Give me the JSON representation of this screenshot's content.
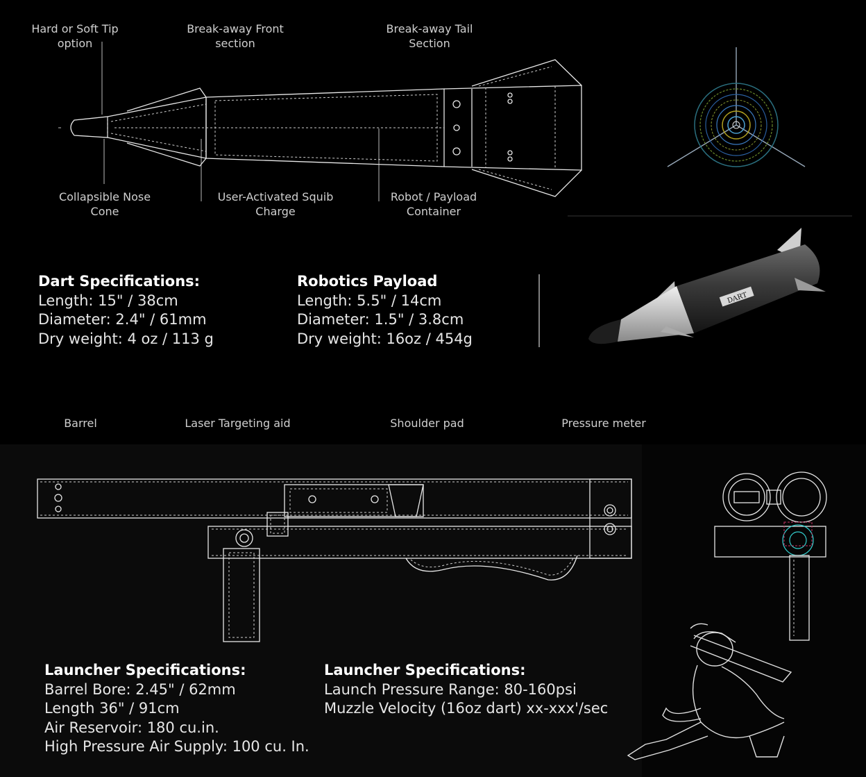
{
  "dart_labels": {
    "tip": [
      "Hard or Soft Tip",
      "option"
    ],
    "front": [
      "Break-away Front",
      "section"
    ],
    "tail": [
      "Break-away Tail",
      "Section"
    ],
    "nose": [
      "Collapsible Nose",
      "Cone"
    ],
    "squib": [
      "User-Activated Squib",
      "Charge"
    ],
    "payload": [
      "Robot / Payload",
      "Container"
    ]
  },
  "dart_specs": {
    "title": "Dart  Specifications:",
    "lines": [
      "Length: 15\" / 38cm",
      "Diameter: 2.4\" / 61mm",
      "Dry weight: 4 oz / 113 g"
    ]
  },
  "payload_specs": {
    "title": "Robotics Payload",
    "lines": [
      "Length: 5.5\" / 14cm",
      "Diameter: 1.5\" / 3.8cm",
      "Dry weight: 16oz / 454g"
    ]
  },
  "render_brand": "DART",
  "launcher_labels": {
    "barrel": "Barrel",
    "laser": "Laser Targeting aid",
    "shoulder": "Shoulder  pad",
    "pressure": "Pressure meter"
  },
  "launcher_specs_a": {
    "title": "Launcher Specifications:",
    "lines": [
      "Barrel Bore: 2.45\" / 62mm",
      "Length 36\" / 91cm",
      "Air Reservoir: 180 cu.in.",
      "High Pressure Air Supply: 100 cu. In."
    ]
  },
  "launcher_specs_b": {
    "title": "Launcher Specifications:",
    "lines": [
      "Launch Pressure Range: 80-160psi",
      "Muzzle Velocity (16oz dart) xx-xxx'/sec"
    ]
  }
}
